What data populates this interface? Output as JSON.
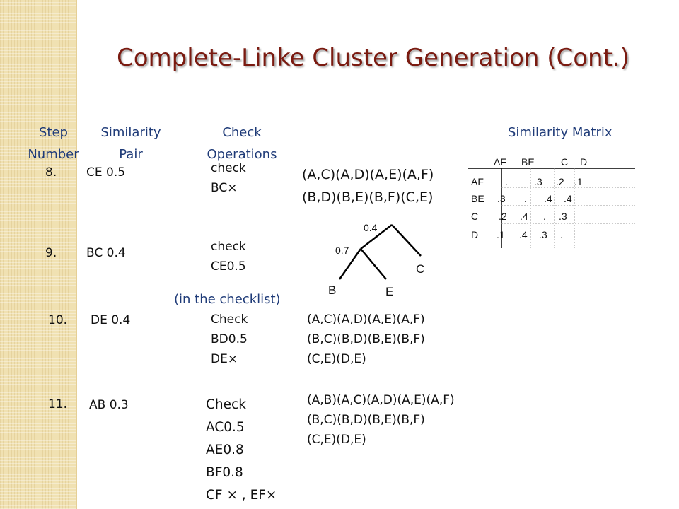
{
  "title": "Complete-Linke Cluster Generation (Cont.)",
  "headers": {
    "step": [
      "Step",
      "Number"
    ],
    "pair": [
      "Similarity",
      "Pair"
    ],
    "check": [
      "Check",
      "Operations"
    ],
    "matrix": "Similarity Matrix"
  },
  "rows": [
    {
      "step": "8.",
      "pair": "CE 0.5",
      "ops": [
        "check",
        "BC×"
      ],
      "pairs": [
        "(A,C)(A,D)(A,E)(A,F)",
        "(B,D)(B,E)(B,F)(C,E)"
      ]
    },
    {
      "step": "9.",
      "pair": "BC 0.4",
      "ops": [
        "check",
        "CE0.5"
      ]
    },
    {
      "step": "10.",
      "pair": "DE 0.4",
      "ops": [
        "Check",
        "BD0.5",
        "DE×"
      ],
      "pairs": [
        "(A,C)(A,D)(A,E)(A,F)",
        "(B,C)(B,D)(B,E)(B,F)",
        "(C,E)(D,E)"
      ]
    },
    {
      "step": "11.",
      "pair": "AB 0.3",
      "ops": [
        "Check",
        "AC0.5",
        "AE0.8",
        "BF0.8",
        "CF × , EF×"
      ],
      "pairs": [
        "(A,B)(A,C)(A,D)(A,E)(A,F)",
        "(B,C)(B,D)(B,E)(B,F)",
        "(C,E)(D,E)"
      ]
    }
  ],
  "note": "(in the checklist)",
  "dendrogram": {
    "levels": [
      "0.4",
      "0.7"
    ],
    "leaves": [
      "B",
      "E",
      "C"
    ]
  },
  "matrix": {
    "col_headers": [
      "AF",
      "BE",
      "C",
      "D"
    ],
    "rows": [
      {
        "label": "AF",
        "values": [
          ".",
          ".3",
          ".2",
          ".1"
        ]
      },
      {
        "label": "BE",
        "values": [
          ".3",
          ".",
          ".4",
          ".4"
        ]
      },
      {
        "label": "C",
        "values": [
          ".2",
          ".4",
          ".",
          ".3"
        ]
      },
      {
        "label": "D",
        "values": [
          ".1",
          ".4",
          ".3",
          "."
        ]
      }
    ]
  }
}
